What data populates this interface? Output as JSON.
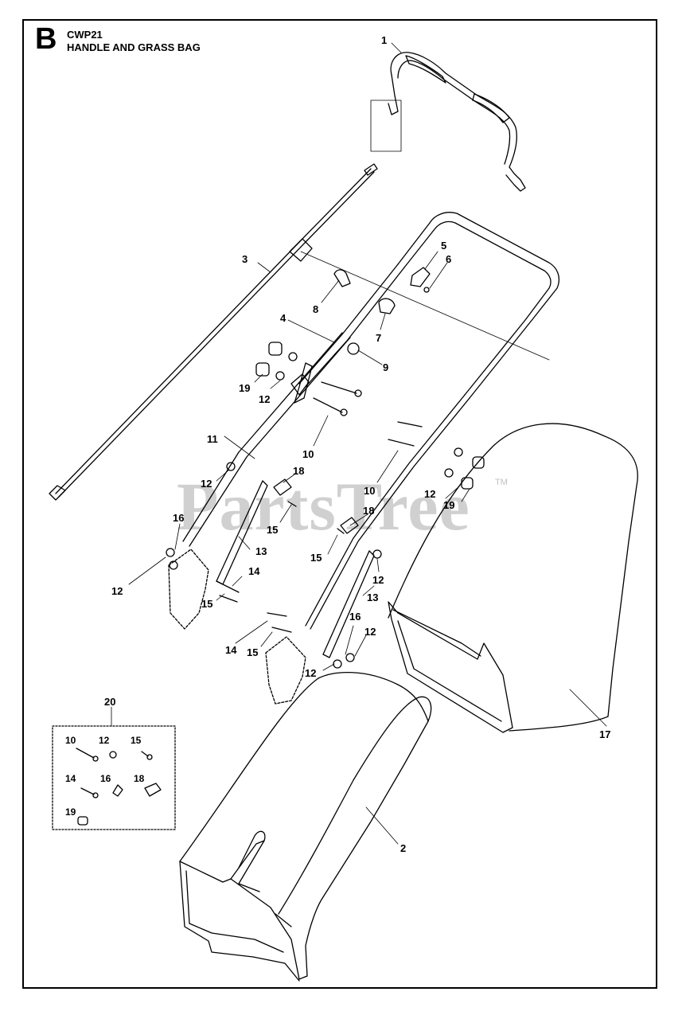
{
  "header": {
    "section_letter": "B",
    "model": "CWP21",
    "title": "HANDLE AND GRASS BAG"
  },
  "watermark": {
    "text": "PartsTree",
    "tm": "TM"
  },
  "callouts": {
    "c1": "1",
    "c2": "2",
    "c3": "3",
    "c4": "4",
    "c5": "5",
    "c6": "6",
    "c7": "7",
    "c8": "8",
    "c9": "9",
    "c10a": "10",
    "c10b": "10",
    "c11": "11",
    "c12a": "12",
    "c12b": "12",
    "c12c": "12",
    "c12d": "12",
    "c12e": "12",
    "c12f": "12",
    "c12g": "12",
    "c13a": "13",
    "c13b": "13",
    "c14a": "14",
    "c14b": "14",
    "c15a": "15",
    "c15b": "15",
    "c15c": "15",
    "c15d": "15",
    "c16a": "16",
    "c16b": "16",
    "c17": "17",
    "c18a": "18",
    "c18b": "18",
    "c19a": "19",
    "c19b": "19",
    "c20": "20"
  },
  "kit": {
    "items": [
      "10",
      "12",
      "15",
      "14",
      "16",
      "18",
      "19"
    ]
  }
}
